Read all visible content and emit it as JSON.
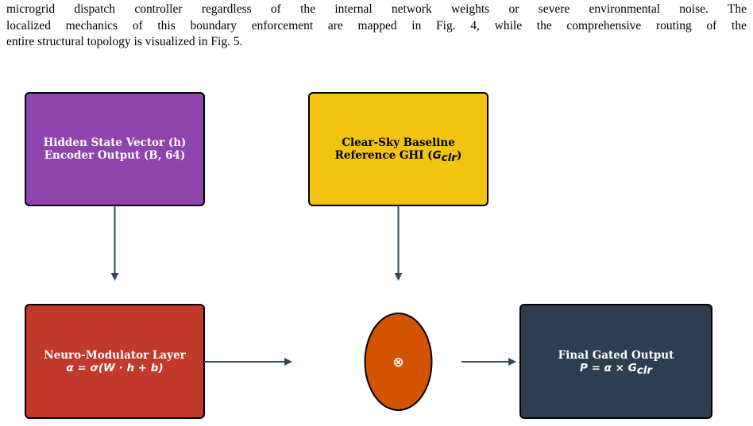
{
  "paragraph": {
    "lines": [
      "microgrid dispatch controller regardless of the internal network weights or severe environmental noise. The",
      "localized mechanics of this boundary enforcement are mapped in Fig. 4, while the comprehensive routing of the",
      "entire structural topology is visualized in Fig. 5."
    ]
  },
  "diagram": {
    "hidden_state": {
      "line1": "Hidden State Vector (h)",
      "line2": "Encoder Output (B, 64)",
      "color": "#8e44ad",
      "text_color": "#ffffff"
    },
    "clear_sky": {
      "line1": "Clear-Sky Baseline",
      "line2_prefix": "Reference GHI (",
      "line2_math": "G",
      "line2_sub": "clr",
      "line2_suffix": ")",
      "color": "#f1c40f",
      "text_color": "#000000"
    },
    "modulator": {
      "line1": "Neuro-Modulator Layer",
      "line2": "α = σ(W · h + b)",
      "color": "#c0392b",
      "text_color": "#ffffff"
    },
    "multiply": {
      "symbol": "⊗",
      "color": "#d35400",
      "text_color": "#ffffff"
    },
    "output": {
      "line1": "Final Gated Output",
      "line2_math": "P = α × G",
      "line2_sub": "clr",
      "color": "#2c3e50",
      "text_color": "#ffffff"
    },
    "arrow_color": "#34495e",
    "border_color": "#000000"
  }
}
